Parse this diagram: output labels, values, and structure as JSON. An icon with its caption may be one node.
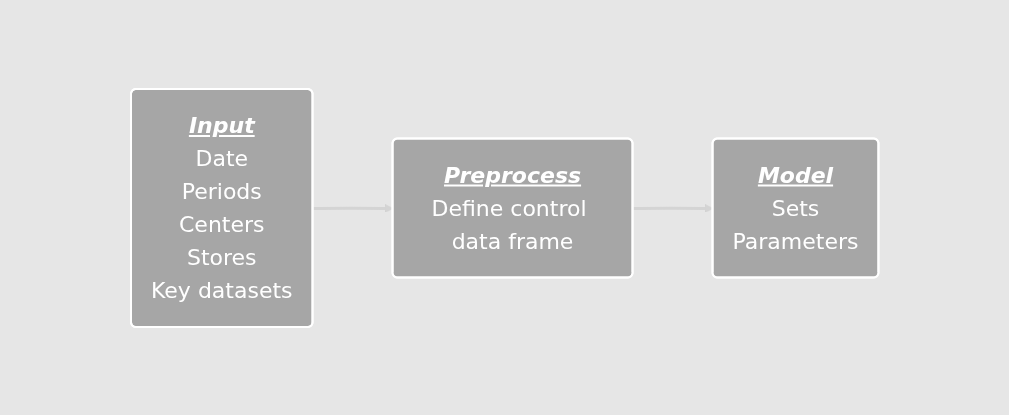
{
  "diagram": {
    "nodes": [
      {
        "text": [
          "Input",
          "Date",
          "Periods",
          "Centers",
          "Stores",
          "Key datasets"
        ]
      },
      {
        "text": [
          "Preprocess",
          "Define control data frame"
        ]
      },
      {
        "text": [
          "Model",
          "Sets",
          "Parameters"
        ]
      }
    ],
    "edges": [
      {
        "from": 0,
        "to": 1,
        "arrow": "to"
      },
      {
        "from": 1,
        "to": 2,
        "arrow": "to"
      }
    ]
  }
}
